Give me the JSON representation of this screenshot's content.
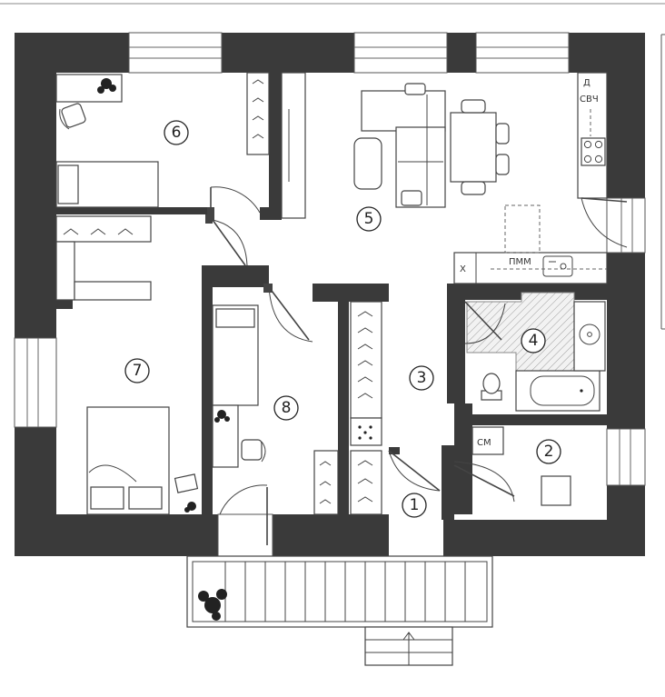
{
  "rooms": [
    {
      "id": "room-1",
      "number": "1"
    },
    {
      "id": "room-2",
      "number": "2"
    },
    {
      "id": "room-3",
      "number": "3"
    },
    {
      "id": "room-4",
      "number": "4"
    },
    {
      "id": "room-5",
      "number": "5"
    },
    {
      "id": "room-6",
      "number": "6"
    },
    {
      "id": "room-7",
      "number": "7"
    },
    {
      "id": "room-8",
      "number": "8"
    }
  ],
  "labels": {
    "oven": "Д",
    "microwave": "СВЧ",
    "fridge": "Х",
    "dishwasher": "ПММ",
    "washing_machine": "СМ"
  }
}
